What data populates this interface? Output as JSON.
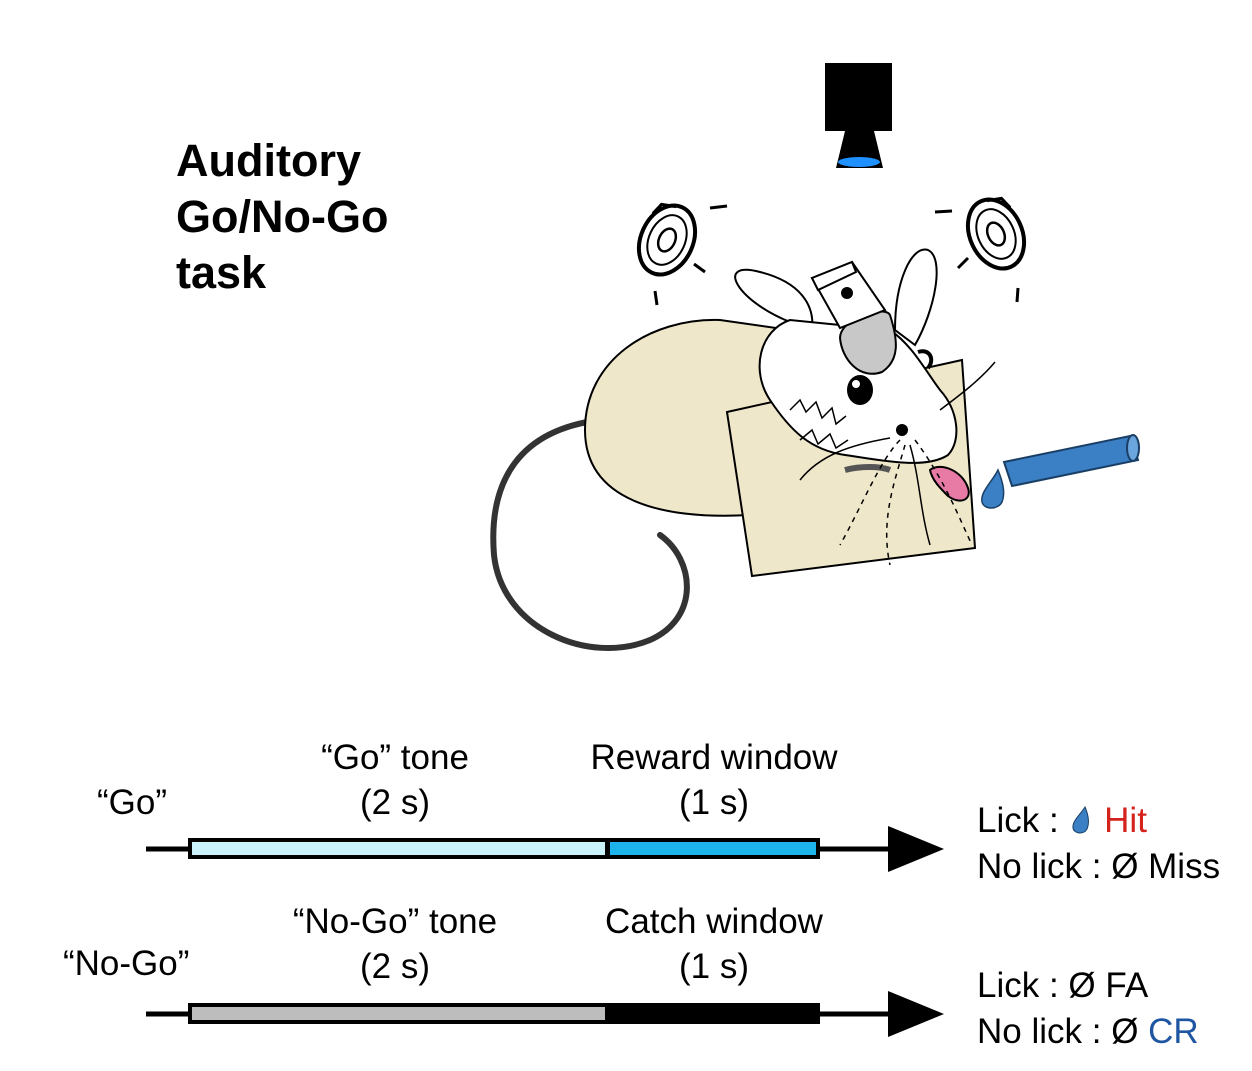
{
  "title": {
    "line1": "Auditory",
    "line2": "Go/No-Go",
    "line3": "task"
  },
  "illustration": {
    "icons": [
      "camera-icon",
      "speaker-left-icon",
      "speaker-right-icon",
      "head-fixed-mouse",
      "water-spout-icon",
      "water-drop-icon"
    ],
    "colors": {
      "camera_lens": "#1e90ff",
      "mouse_body": "#efe7c9",
      "spout": "#3b7fc4",
      "tongue": "#e87aa6",
      "headplate": "#c8c8c8"
    }
  },
  "go_trial": {
    "trial_label": "“Go”",
    "tone_label": "“Go” tone",
    "tone_duration": "(2 s)",
    "window_label": "Reward window",
    "window_duration": "(1 s)",
    "tone_color": "#c9f2fa",
    "window_color": "#1db4ec",
    "outcome_lick_prefix": "Lick : ",
    "outcome_lick_result": "Hit",
    "outcome_nolick_prefix": "No lick : Ø ",
    "outcome_nolick_result": "Miss"
  },
  "nogo_trial": {
    "trial_label": "“No-Go”",
    "tone_label": "“No-Go” tone",
    "tone_duration": "(2 s)",
    "window_label": "Catch window",
    "window_duration": "(1 s)",
    "tone_color": "#bdbdbd",
    "window_color": "#000000",
    "outcome_lick_prefix": "Lick : Ø ",
    "outcome_lick_result": "FA",
    "outcome_nolick_prefix": "No lick : Ø ",
    "outcome_nolick_result": "CR"
  },
  "colors": {
    "hit": "#d4221c",
    "cr": "#1f56a3"
  }
}
